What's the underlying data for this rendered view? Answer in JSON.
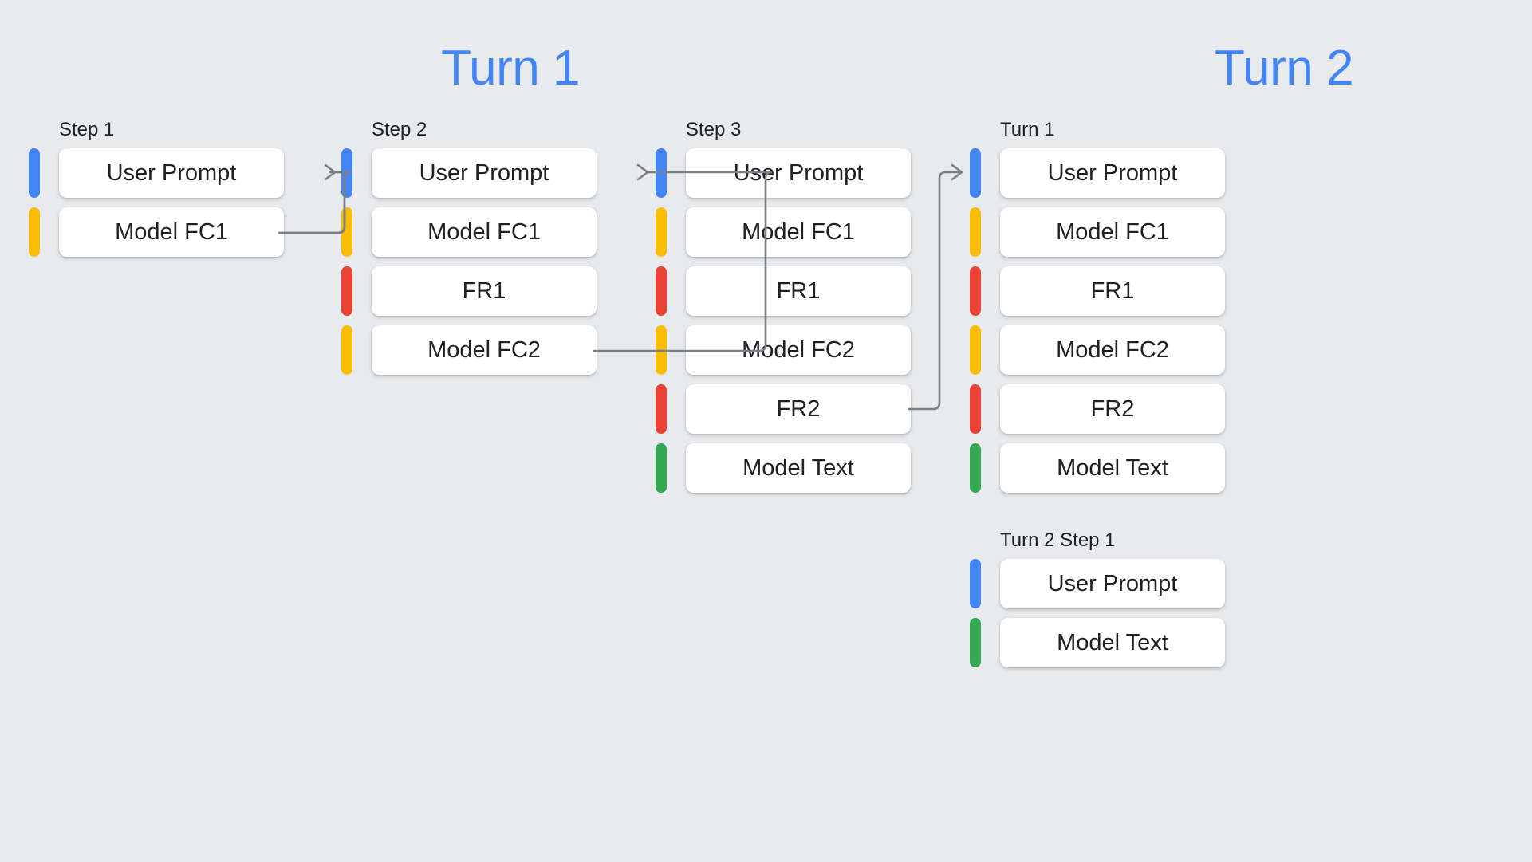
{
  "page": {
    "background_color": "#e8eaed",
    "title_color": "#4285f4"
  },
  "headings": {
    "turn1": "Turn 1",
    "turn2": "Turn 2"
  },
  "palette": {
    "blue": "#4285f4",
    "yellow": "#fbbc04",
    "red": "#ea4335",
    "green": "#34a853",
    "card": "#ffffff",
    "text": "#202124",
    "connector": "#7a7f85"
  },
  "columns": [
    {
      "id": "step1",
      "label": "Step 1",
      "rows": [
        {
          "color": "blue",
          "label": "User Prompt"
        },
        {
          "color": "yellow",
          "label": "Model FC1"
        }
      ]
    },
    {
      "id": "step2",
      "label": "Step 2",
      "rows": [
        {
          "color": "blue",
          "label": "User Prompt"
        },
        {
          "color": "yellow",
          "label": "Model FC1"
        },
        {
          "color": "red",
          "label": "FR1"
        },
        {
          "color": "yellow",
          "label": "Model FC2"
        }
      ]
    },
    {
      "id": "step3",
      "label": "Step 3",
      "rows": [
        {
          "color": "blue",
          "label": "User Prompt"
        },
        {
          "color": "yellow",
          "label": "Model FC1"
        },
        {
          "color": "red",
          "label": "FR1"
        },
        {
          "color": "yellow",
          "label": "Model FC2"
        },
        {
          "color": "red",
          "label": "FR2"
        },
        {
          "color": "green",
          "label": "Model Text"
        }
      ]
    },
    {
      "id": "turn2-a",
      "label": "Turn 1",
      "rows": [
        {
          "color": "blue",
          "label": "User Prompt"
        },
        {
          "color": "yellow",
          "label": "Model FC1"
        },
        {
          "color": "red",
          "label": "FR1"
        },
        {
          "color": "yellow",
          "label": "Model FC2"
        },
        {
          "color": "red",
          "label": "FR2"
        },
        {
          "color": "green",
          "label": "Model Text"
        }
      ]
    },
    {
      "id": "turn2-b",
      "label": "Turn 2 Step 1",
      "rows": [
        {
          "color": "blue",
          "label": "User Prompt"
        },
        {
          "color": "green",
          "label": "Model Text"
        }
      ]
    }
  ],
  "connectors": [
    {
      "id": "step1-to-step2",
      "from": "step1.Model FC1",
      "to": "step2.User Prompt"
    },
    {
      "id": "step2-to-step3",
      "from": "step2.Model FC2",
      "to": "step3.User Prompt"
    },
    {
      "id": "step3-to-turn2",
      "from": "step3.FR2",
      "to": "turn2-a.User Prompt"
    }
  ]
}
